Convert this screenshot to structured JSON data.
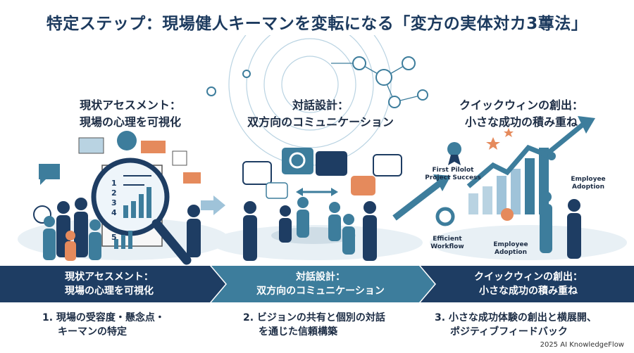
{
  "title": "特定ステップ：現場健人キーマンを変転になる「変方の実体対カ3蓴法」",
  "panels": [
    {
      "heading_line1": "現状アセスメント：",
      "heading_line2": "現場の心理を可視化",
      "banner_line1": "現状アセスメント：",
      "banner_line2": "現場の心理を可視化",
      "desc_line1": "1. 現場の受容度・懸念点・",
      "desc_line2": "キーマンの特定"
    },
    {
      "heading_line1": "対話設計：",
      "heading_line2": "双方向のコミュニケーション",
      "banner_line1": "対話設計：",
      "banner_line2": "双方向のコミュニケーション",
      "desc_line1": "2. ビジョンの共有と個別の対話",
      "desc_line2": "を通じた信頼構築"
    },
    {
      "heading_line1": "クイックウィンの創出：",
      "heading_line2": "小さな成功の積み重ね",
      "banner_line1": "クイックウィンの創出：",
      "banner_line2": "小さな成功の積み重ね",
      "desc_line1": "3. 小さな成功体験の創出と横展開、",
      "desc_line2": "ポジティブフィードバック"
    }
  ],
  "checklist_numbers": [
    "1",
    "2",
    "3",
    "4",
    "5"
  ],
  "labels": {
    "first_pilot_1": "First Pilolot",
    "first_pilot_2": "Project Success",
    "employee_adoption_1": "Employee",
    "employee_adoption_2": "Adoption",
    "efficient_1": "Efficient",
    "efficient_2": "Workflow",
    "employee_adoption_b1": "Employee",
    "employee_adoption_b2": "Adoption"
  },
  "colors": {
    "navy": "#1e3d63",
    "teal": "#3d7d9c",
    "light_blue": "#b9d3e2",
    "orange": "#e58a5c"
  },
  "footer": "2025 AI KnowledgeFlow"
}
